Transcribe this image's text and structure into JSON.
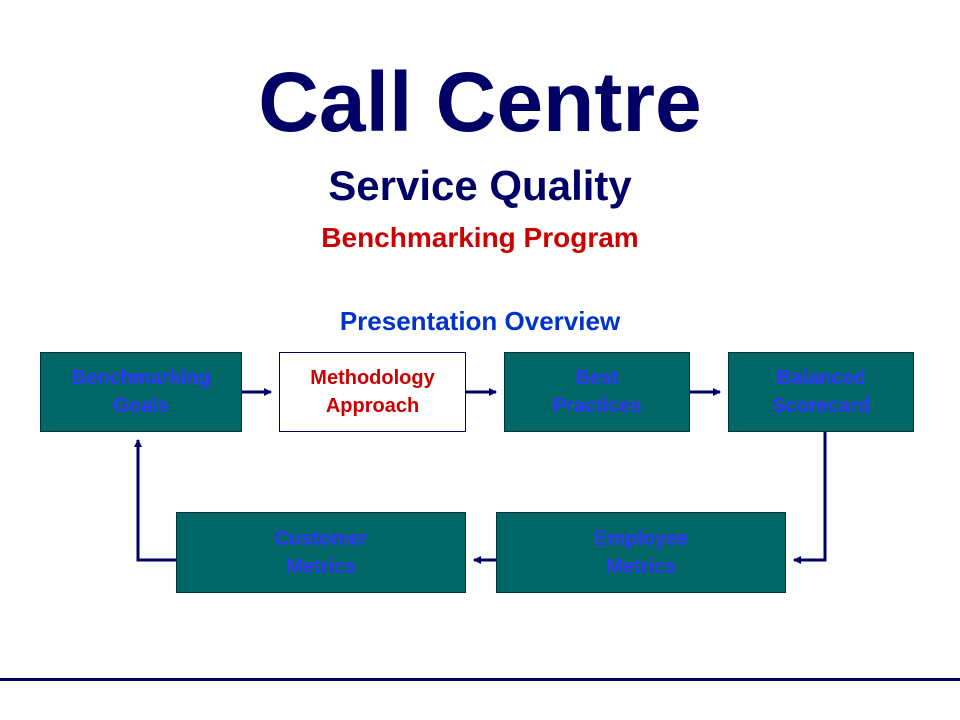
{
  "slide": {
    "title": "Call Centre",
    "subtitle": "Service Quality",
    "subtitle2": "Benchmarking Program",
    "section": "Presentation Overview"
  },
  "diagram": {
    "nodes": {
      "benchmarking_goals": "Benchmarking\nGoals",
      "methodology": "Methodology\nApproach",
      "best_practices": "Best\nPractices",
      "balanced_scorecard": "Balanced\nScorecard",
      "employee_metrics": "Employee\nMetrics",
      "customer_metrics": "Customer\nMetrics"
    },
    "edges": [
      [
        "benchmarking_goals",
        "methodology"
      ],
      [
        "methodology",
        "best_practices"
      ],
      [
        "best_practices",
        "balanced_scorecard"
      ],
      [
        "balanced_scorecard",
        "employee_metrics"
      ],
      [
        "employee_metrics",
        "customer_metrics"
      ],
      [
        "customer_metrics",
        "benchmarking_goals"
      ]
    ]
  },
  "colors": {
    "navy": "#000066",
    "red": "#cc0000",
    "blue": "#0033cc",
    "teal": "#006666",
    "box_text": "#3333ff"
  }
}
